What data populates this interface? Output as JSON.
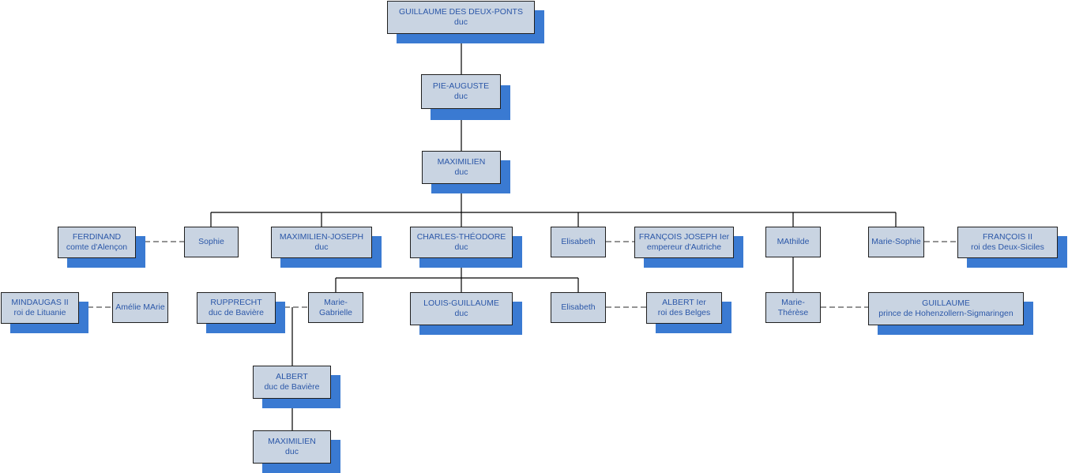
{
  "nodes": {
    "guillaume": {
      "name": "GUILLAUME DES DEUX-PONTS",
      "title": "duc"
    },
    "pie_auguste": {
      "name": "PIE-AUGUSTE",
      "title": "duc"
    },
    "maximilien_top": {
      "name": "MAXIMILIEN",
      "title": "duc"
    },
    "ferdinand": {
      "name": "FERDINAND",
      "title": "comte d'Alençon"
    },
    "sophie": {
      "name": "Sophie"
    },
    "maximilien_joseph": {
      "name": "MAXIMILIEN-JOSEPH",
      "title": "duc"
    },
    "charles_theodore": {
      "name": "CHARLES-THÉODORE",
      "title": "duc"
    },
    "elisabeth_1": {
      "name": "Elisabeth"
    },
    "francois_joseph": {
      "name": "FRANÇOIS JOSEPH Ier",
      "title": "empereur d'Autriche"
    },
    "mathilde": {
      "name": "MAthilde"
    },
    "marie_sophie": {
      "name": "Marie-Sophie"
    },
    "francois_ii": {
      "name": "FRANÇOIS II",
      "title": "roi des Deux-Siciles"
    },
    "mindaugas": {
      "name": "MINDAUGAS II",
      "title": "roi de Lituanie"
    },
    "amelie": {
      "name": "Amélie MArie"
    },
    "rupprecht": {
      "name": "RUPPRECHT",
      "title": "duc de Bavière"
    },
    "marie_gabrielle": {
      "name": "Marie-",
      "title": "Gabrielle"
    },
    "louis_guillaume": {
      "name": "LOUIS-GUILLAUME",
      "title": "duc"
    },
    "elisabeth_2": {
      "name": "Elisabeth"
    },
    "albert_ier": {
      "name": "ALBERT Ier",
      "title": "roi des Belges"
    },
    "marie_therese": {
      "name": "Marie-",
      "title": "Thérèse"
    },
    "guillaume_hz": {
      "name": "GUILLAUME",
      "title": "prince de Hohenzollern-Sigmaringen"
    },
    "albert_baviere": {
      "name": "ALBERT",
      "title": "duc de Bavière"
    },
    "maximilien_bottom": {
      "name": "MAXIMILIEN",
      "title": "duc"
    }
  },
  "colors": {
    "box_fill": "#c9d4e2",
    "shadow": "#3a7ad2",
    "text": "#2b57a8",
    "line": "#000000"
  }
}
